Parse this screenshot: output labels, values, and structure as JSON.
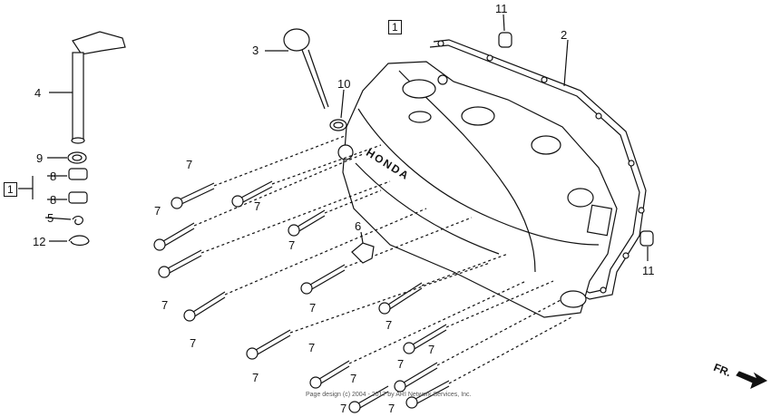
{
  "diagram": {
    "callouts": {
      "c1": "1",
      "c2": "2",
      "c3": "3",
      "c4": "4",
      "c5": "5",
      "c6": "6",
      "c7": "7",
      "c8": "8",
      "c9": "9",
      "c10": "10",
      "c11": "11",
      "c12": "12"
    },
    "brand_text": "HONDA",
    "direction_label": "FR.",
    "copyright": "Page design (c) 2004 - 2017 by ARI Network Services, Inc."
  }
}
